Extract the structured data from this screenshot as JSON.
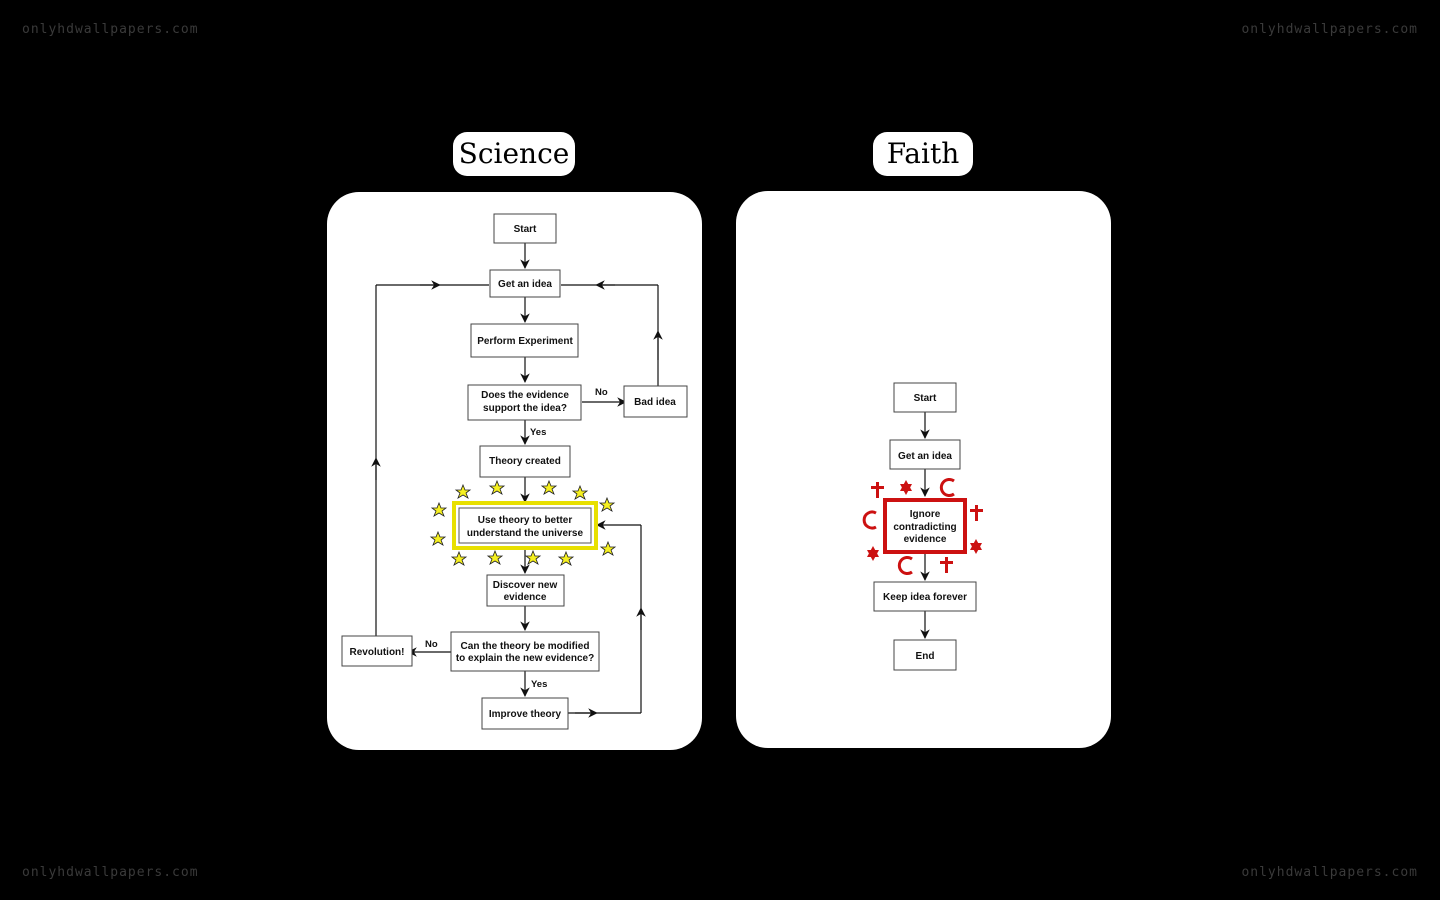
{
  "watermark": "onlyhdwallpapers.com",
  "science": {
    "title": "Science",
    "nodes": {
      "start": "Start",
      "idea": "Get an idea",
      "experiment": "Perform Experiment",
      "evidence_q1": "Does the evidence",
      "evidence_q2": "support the idea?",
      "bad": "Bad idea",
      "theory": "Theory created",
      "use1": "Use theory to better",
      "use2": "understand the universe",
      "discover1": "Discover new",
      "discover2": "evidence",
      "modify1": "Can the theory be modified",
      "modify2": "to explain the new evidence?",
      "revolution": "Revolution!",
      "improve": "Improve theory"
    },
    "labels": {
      "no1": "No",
      "yes1": "Yes",
      "no2": "No",
      "yes2": "Yes"
    },
    "highlight_color": "#e8e000"
  },
  "faith": {
    "title": "Faith",
    "nodes": {
      "start": "Start",
      "idea": "Get an idea",
      "ignore1": "Ignore",
      "ignore2": "contradicting",
      "ignore3": "evidence",
      "keep": "Keep idea forever",
      "end": "End"
    },
    "highlight_color": "#cc1111"
  }
}
